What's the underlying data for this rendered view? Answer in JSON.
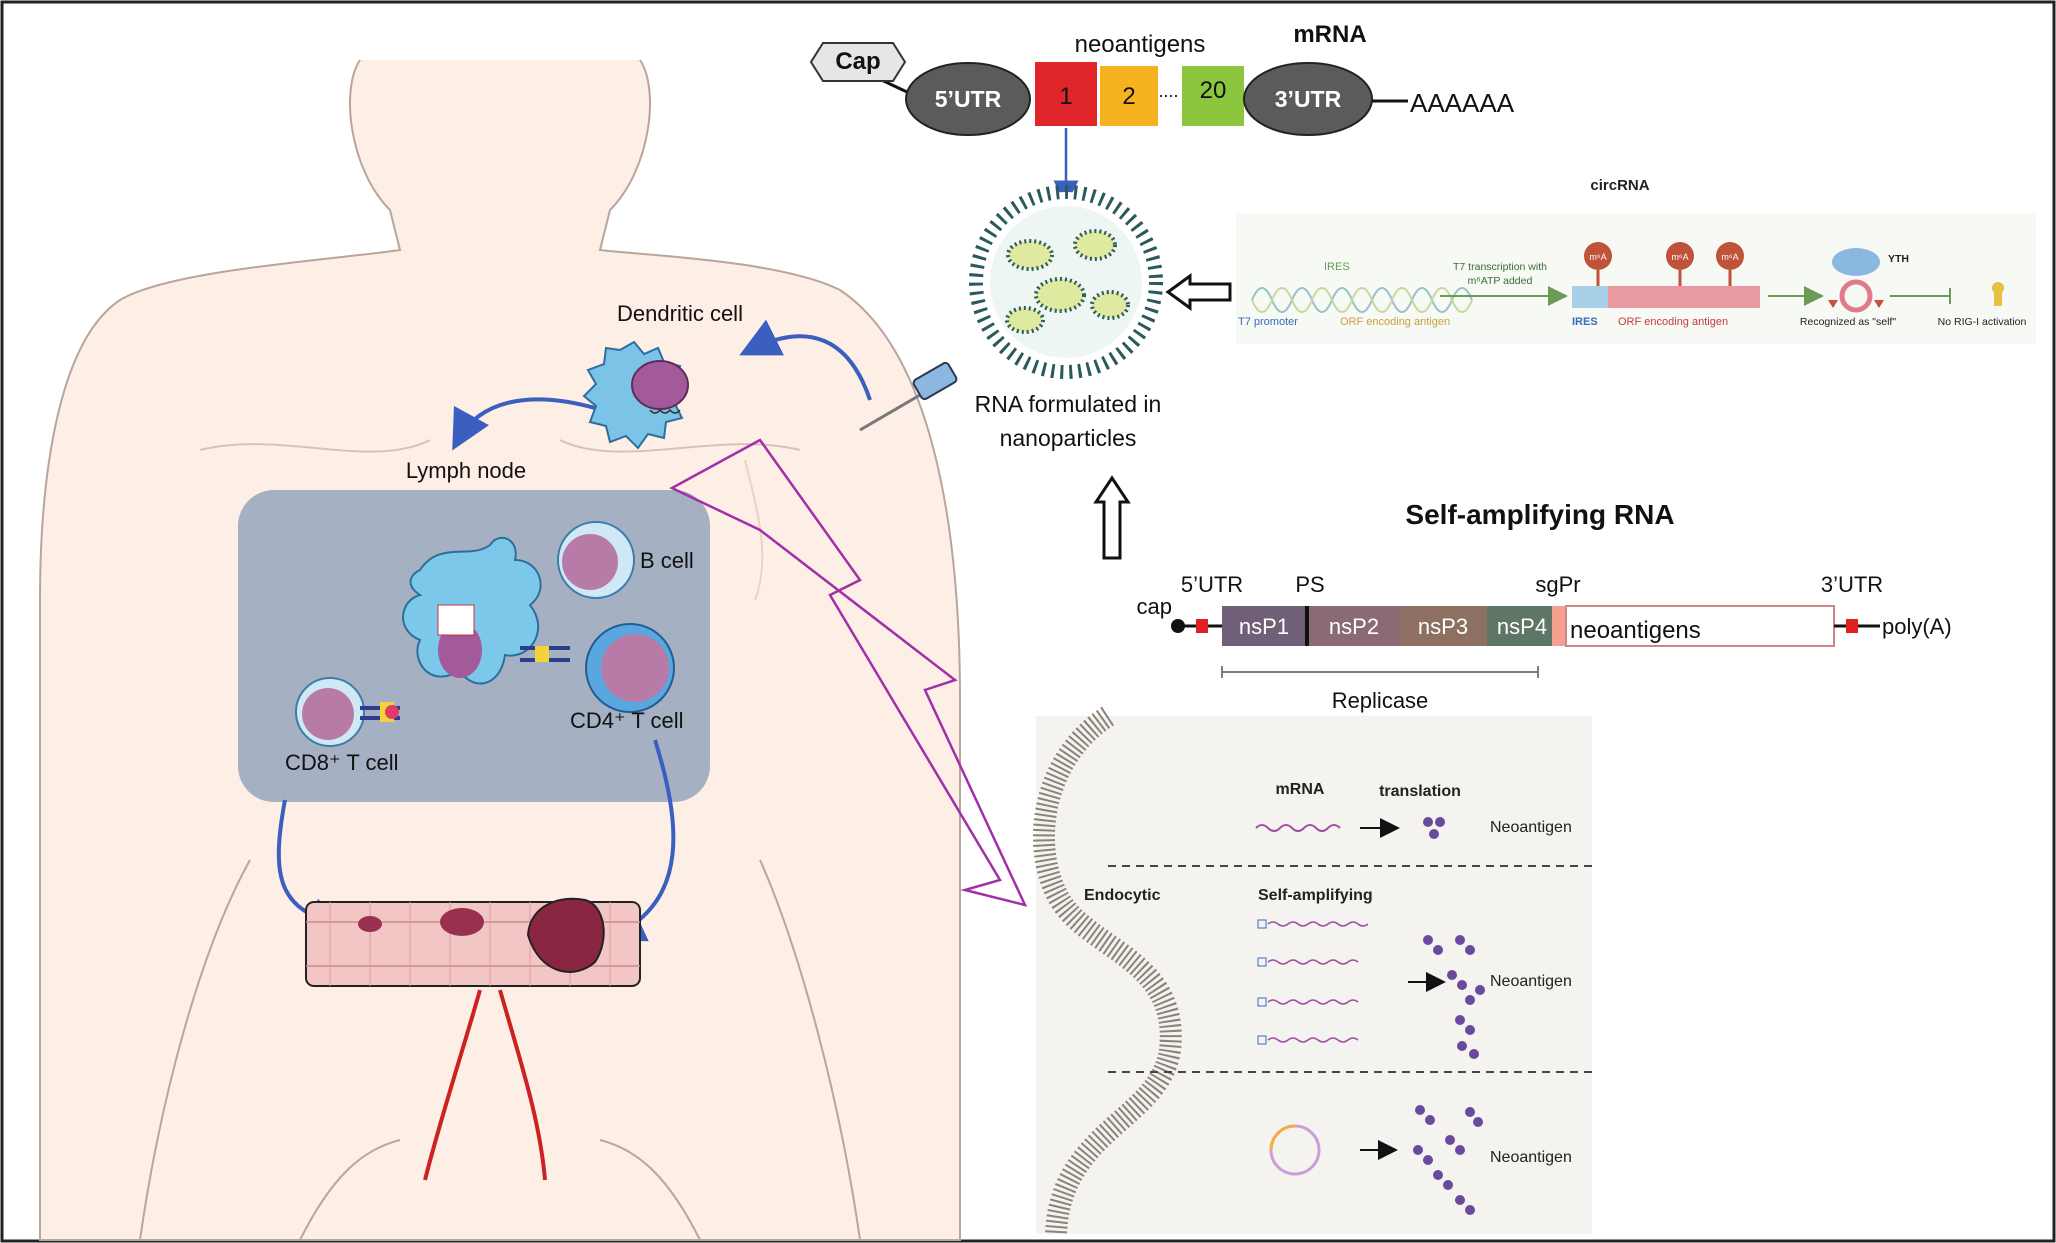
{
  "mrna": {
    "cap": "Cap",
    "utr5": "5’UTR",
    "utr3": "3’UTR",
    "neoantigens_label": "neoantigens",
    "title": "mRNA",
    "seg1": "1",
    "seg2": "2",
    "seg20": "20",
    "polya": "AAAAAA"
  },
  "circrna": {
    "title": "circRNA",
    "ires_top": "IRES",
    "t7_step_line1": "T7 transcription with",
    "t7_step_line2": "m⁶ATP added",
    "t7_promoter": "T7 promoter",
    "orf_left": "ORF encoding antigen",
    "m6a": "m⁶A",
    "ires_bar": "IRES",
    "orf_bar": "ORF encoding antigen",
    "yth": "YTH",
    "recognized": "Recognized as \"self\"",
    "no_rig": "No RIG-I activation"
  },
  "nanoparticle": {
    "line1": "RNA formulated in",
    "line2": "nanoparticles"
  },
  "body": {
    "dendritic": "Dendritic cell",
    "lymph": "Lymph node",
    "bcell": "B cell",
    "cd4": "CD4⁺ T cell",
    "cd8": "CD8⁺  T cell"
  },
  "sarna": {
    "title": "Self-amplifying RNA",
    "cap": "cap",
    "utr5": "5’UTR",
    "ps": "PS",
    "sgpr": "sgPr",
    "utr3": "3’UTR",
    "nsp1": "nsP1",
    "nsp2": "nsP2",
    "nsp3": "nsP3",
    "nsp4": "nsP4",
    "neoantigens": "neoantigens",
    "polya": "poly(A)",
    "replicase": "Replicase"
  },
  "cellpanel": {
    "mrna": "mRNA",
    "translation": "translation",
    "neoantigen1": "Neoantigen",
    "endocytic": "Endocytic",
    "selfamp": "Self-amplifying",
    "neoantigen2": "Neoantigen",
    "neoantigen3": "Neoantigen"
  }
}
